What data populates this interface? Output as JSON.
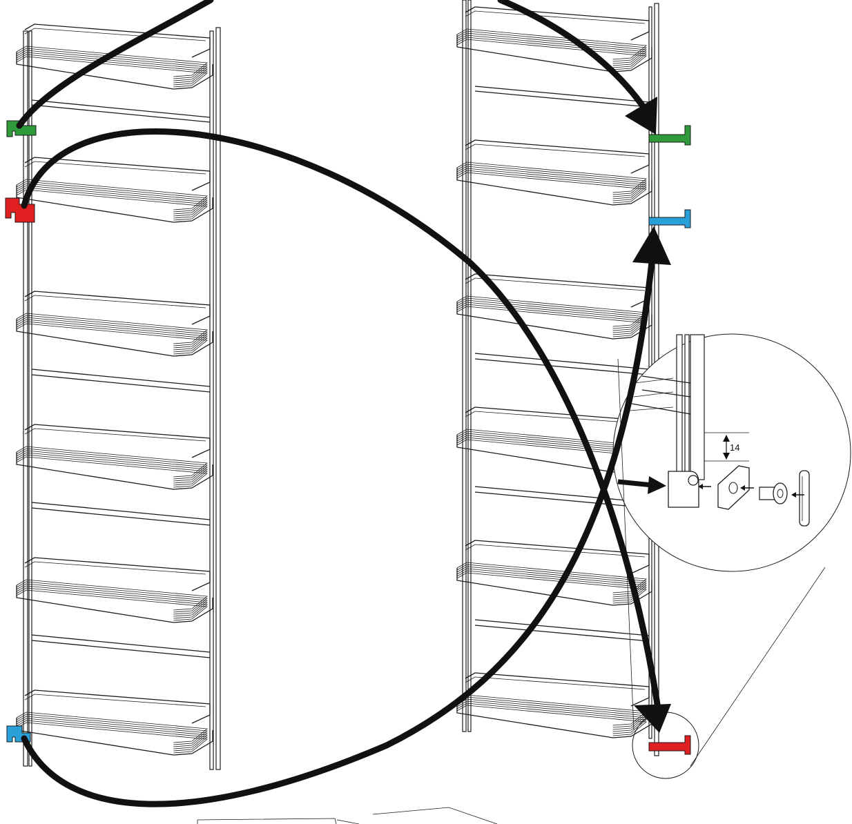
{
  "diagram": {
    "dimension_label": "14",
    "colors": {
      "green": "#2e9a3c",
      "red": "#e02020",
      "blue": "#2aa0d8",
      "line": "#1a1a1a",
      "arrow": "#111111"
    },
    "left_rack": {
      "shelves": 6,
      "brackets": [
        {
          "color": "green",
          "icon": "hook-bracket-icon"
        },
        {
          "color": "red",
          "icon": "hook-bracket-icon"
        },
        {
          "color": "blue",
          "icon": "hook-bracket-icon"
        }
      ]
    },
    "right_rack": {
      "shelves": 6,
      "brackets": [
        {
          "color": "green",
          "icon": "hook-bracket-icon"
        },
        {
          "color": "blue",
          "icon": "hook-bracket-icon"
        },
        {
          "color": "red",
          "icon": "hook-bracket-icon"
        }
      ]
    },
    "detail_parts": [
      "hinge-block-icon",
      "plate-icon",
      "pin-icon",
      "post-icon"
    ]
  }
}
